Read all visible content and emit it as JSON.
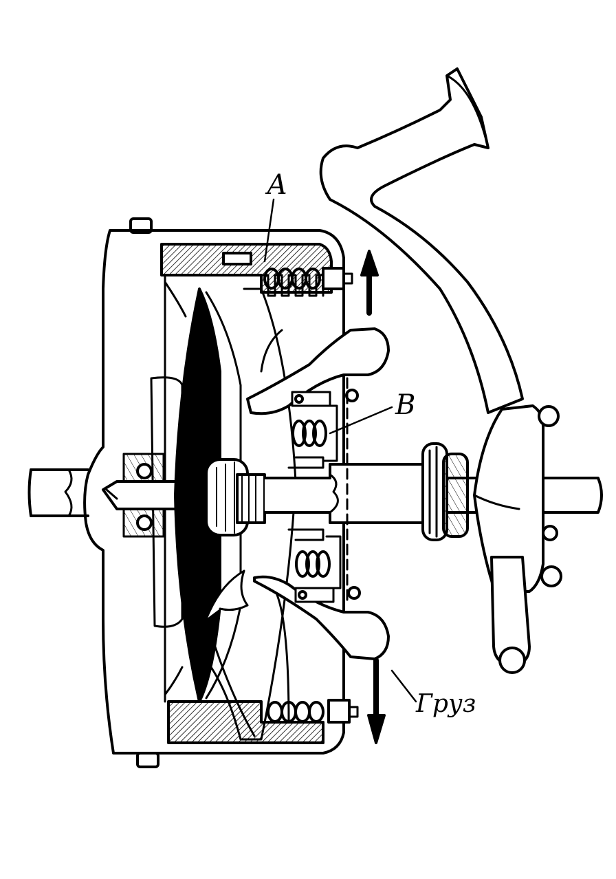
{
  "labels": {
    "a": "А",
    "b": "В",
    "weight": "Груз"
  },
  "colors": {
    "ink": "#000000",
    "paper": "#ffffff"
  }
}
